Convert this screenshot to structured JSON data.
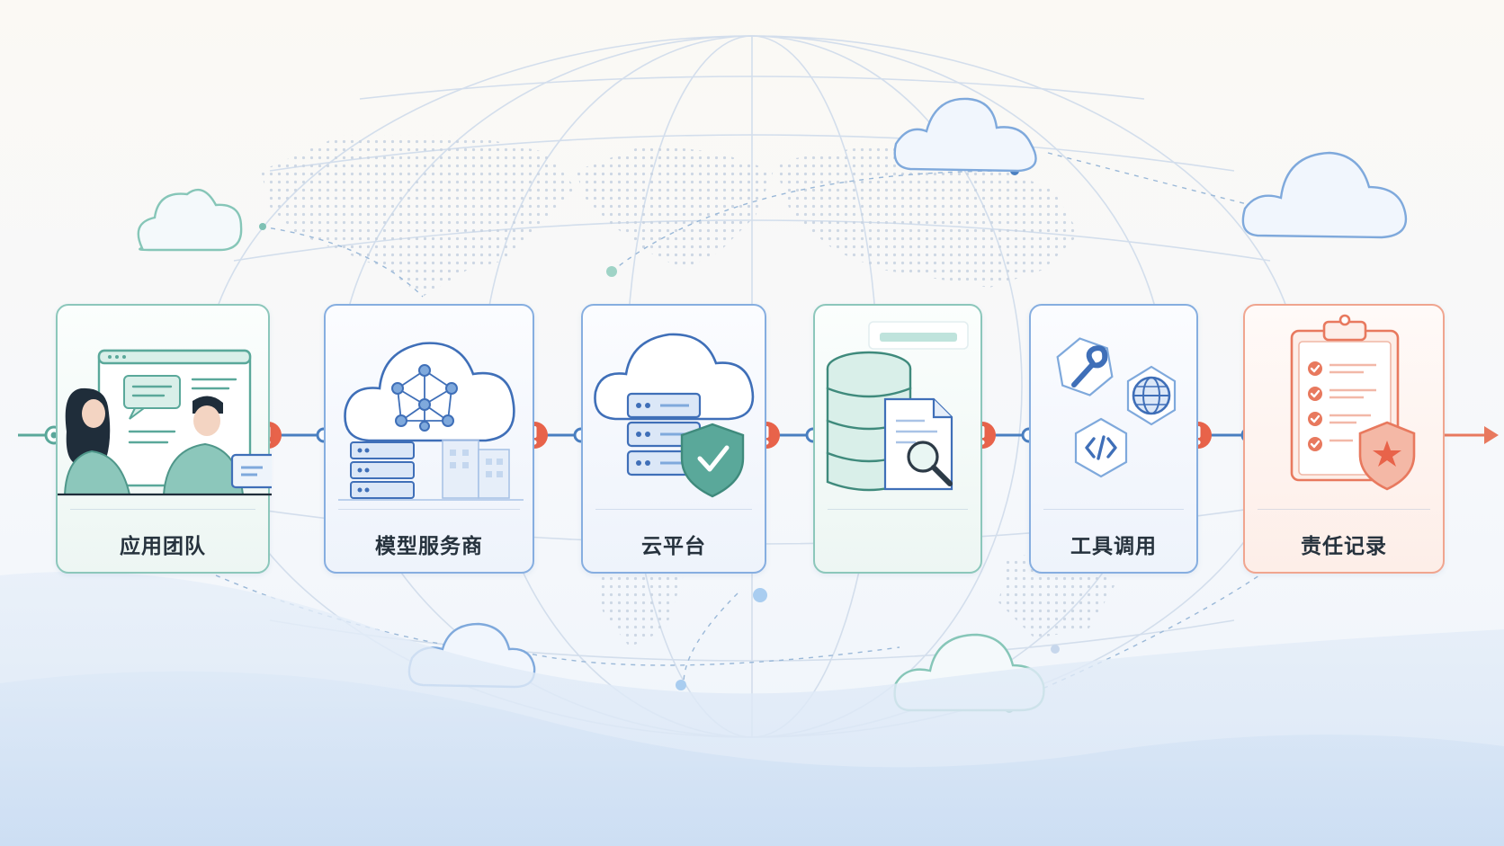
{
  "flow": {
    "steps": [
      {
        "label": "应用团队",
        "theme": "teal"
      },
      {
        "label": "模型服务商",
        "theme": "blue"
      },
      {
        "label": "云平台",
        "theme": "blue"
      },
      {
        "label": "",
        "theme": "teal"
      },
      {
        "label": "工具调用",
        "theme": "blue"
      },
      {
        "label": "责任记录",
        "theme": "red"
      }
    ]
  },
  "colors": {
    "teal": "#5aa89a",
    "blue": "#3f6fb8",
    "alert_red": "#e8634a",
    "record_red": "#e8795e",
    "connector": "#4a7fc0"
  },
  "icons": {
    "team": "people-at-laptop-icon",
    "model": "cloud-neural-network-icon",
    "cloud": "cloud-server-shield-icon",
    "data": "database-document-search-icon",
    "tools": "wrench-globe-code-icon",
    "record": "clipboard-checklist-shield-icon",
    "alert": "exclamation-icon"
  }
}
